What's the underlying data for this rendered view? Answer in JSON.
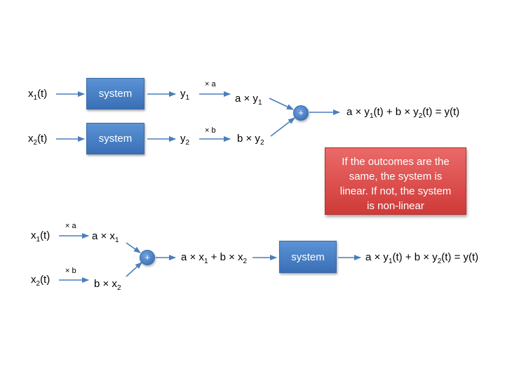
{
  "colors": {
    "block_fill": "#4a7fc4",
    "arrow": "#4a7ebb",
    "note_fill": "#de4f4d",
    "text": "#000000",
    "block_text": "#ffffff"
  },
  "top": {
    "input1": {
      "base": "x",
      "sub": "1",
      "tail": "(t)"
    },
    "input2": {
      "base": "x",
      "sub": "2",
      "tail": "(t)"
    },
    "system1": "system",
    "system2": "system",
    "out1": {
      "base": "y",
      "sub": "1"
    },
    "out2": {
      "base": "y",
      "sub": "2"
    },
    "scale1": "× a",
    "scale2": "× b",
    "scaled1": {
      "base": "a × y",
      "sub": "1"
    },
    "scaled2": {
      "base": "b × y",
      "sub": "2"
    },
    "adder": "+",
    "result": {
      "p1": "a × y",
      "s1": "1",
      "p2": "(t) + b × y",
      "s2": "2",
      "p3": "(t) = y(t)"
    }
  },
  "note": "If the outcomes are the\nsame, the system is\nlinear.  If not, the system\nis non-linear",
  "bottom": {
    "input1": {
      "base": "x",
      "sub": "1",
      "tail": "(t)"
    },
    "input2": {
      "base": "x",
      "sub": "2",
      "tail": "(t)"
    },
    "scale1": "× a",
    "scale2": "× b",
    "scaled1": {
      "base": "a × x",
      "sub": "1"
    },
    "scaled2": {
      "base": "b × x",
      "sub": "2"
    },
    "adder": "+",
    "sum": {
      "p1": "a × x",
      "s1": "1",
      "p2": " + b × x",
      "s2": "2"
    },
    "system": "system",
    "result": {
      "p1": "a × y",
      "s1": "1",
      "p2": "(t) + b × y",
      "s2": "2",
      "p3": "(t) = y(t)"
    }
  }
}
